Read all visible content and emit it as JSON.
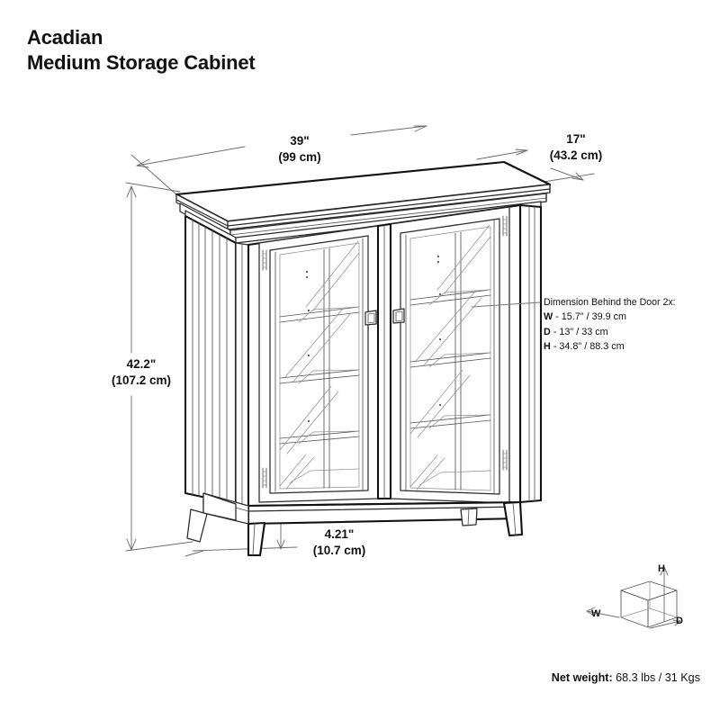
{
  "title": {
    "line1": "Acadian",
    "line2": "Medium Storage Cabinet"
  },
  "dimensions": {
    "width": {
      "imperial": "39\"",
      "metric": "(99 cm)"
    },
    "depth": {
      "imperial": "17\"",
      "metric": "(43.2 cm)"
    },
    "height": {
      "imperial": "42.2\"",
      "metric": "(107.2 cm)"
    },
    "toe_clearance": {
      "imperial": "4.21\"",
      "metric": "(10.7 cm)"
    }
  },
  "callout": {
    "heading": "Dimension Behind the Door 2x:",
    "rows": [
      {
        "key": "W",
        "value": "- 15.7\" / 39.9 cm"
      },
      {
        "key": "D",
        "value": "- 13\" / 33 cm"
      },
      {
        "key": "H",
        "value": "- 34.8\" / 88.3 cm"
      }
    ]
  },
  "cube_legend": {
    "height_label": "H",
    "width_label": "W",
    "depth_label": "D"
  },
  "footer": {
    "net_weight_label": "Net weight:",
    "net_weight_value": "68.3 lbs / 31 Kgs"
  },
  "colors": {
    "ink": "#111111",
    "dimension_line": "#6e6e6e",
    "background": "#ffffff"
  }
}
